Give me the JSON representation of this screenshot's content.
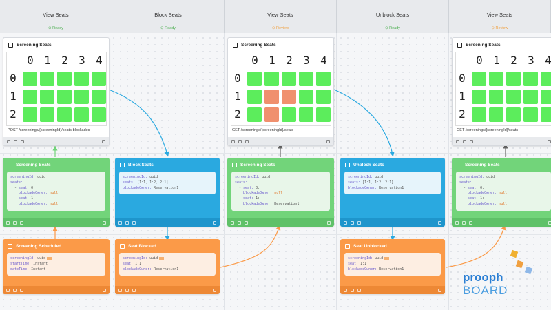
{
  "columns": [
    {
      "title": "View Seats",
      "status": "Ready",
      "status_kind": "ready"
    },
    {
      "title": "Block Seats",
      "status": "Ready",
      "status_kind": "ready"
    },
    {
      "title": "View Seats",
      "status": "Review",
      "status_kind": "review"
    },
    {
      "title": "Unblock Seats",
      "status": "Ready",
      "status_kind": "ready"
    },
    {
      "title": "View Seats",
      "status": "Review",
      "status_kind": "review"
    }
  ],
  "ui_cards": [
    {
      "title": "Screening Seats",
      "route": "POST /screenings/{screeningId}/seats-blockades",
      "cols": [
        "0",
        "1",
        "2",
        "3",
        "4"
      ],
      "rows": [
        "0",
        "1",
        "2"
      ],
      "blocked": []
    },
    {
      "title": "Screening Seats",
      "route": "GET /screenings/{screeningId}/seats",
      "cols": [
        "0",
        "1",
        "2",
        "3",
        "4"
      ],
      "rows": [
        "0",
        "1",
        "2"
      ],
      "blocked": [
        [
          1,
          1
        ],
        [
          1,
          2
        ],
        [
          2,
          1
        ]
      ]
    },
    {
      "title": "Screening Seats",
      "route": "GET /screenings/{screeningId}/seats",
      "cols": [
        "0",
        "1",
        "2",
        "3",
        "4"
      ],
      "rows": [
        "0",
        "1",
        "2"
      ],
      "blocked": []
    }
  ],
  "read_models": [
    {
      "title": "Screening Seats",
      "body": [
        "screeningId: uuid",
        "seats:",
        "  - seat: 0:",
        "    blockadeOwner: null",
        "  - seat: 1:",
        "    blockadeOwner: null"
      ]
    },
    {
      "title": "Screening Seats",
      "body": [
        "screeningId: uuid",
        "seats:",
        "  - seat: 0:",
        "    blockadeOwner: null",
        "  - seat: 1:",
        "    blockadeOwner: Reservation1"
      ]
    },
    {
      "title": "Screening Seats",
      "body": [
        "screeningId: uuid",
        "seats:",
        "  - seat: 0:",
        "    blockadeOwner: null",
        "  - seat: 1:",
        "    blockadeOwner: null"
      ]
    }
  ],
  "commands": [
    {
      "title": "Block Seats",
      "body": [
        "screeningId: uuid",
        "seats: [1:1, 1:2, 2:1]",
        "blockadeOwner: Reservation1"
      ]
    },
    {
      "title": "Unblock Seats",
      "body": [
        "screeningId: uuid",
        "seats: [1:1, 1:2, 2:1]",
        "blockadeOwner: Reservation1"
      ]
    }
  ],
  "events": [
    {
      "title": "Screening Scheduled",
      "body": [
        "screeningId: uuid",
        "startTime: Instant",
        "dateTime: Instant"
      ]
    },
    {
      "title": "Seat Blocked",
      "body": [
        "screeningId: uuid",
        "seat: 1:1",
        "blockadeOwner: Reservation1"
      ]
    },
    {
      "title": "Seat Unblocked",
      "body": [
        "screeningId: uuid",
        "seat: 1:1",
        "blockadeOwner: Reservation1"
      ]
    }
  ],
  "logo": {
    "line1": "prooph",
    "line2": "BOARD"
  },
  "icons": [
    "screen-icon",
    "doc-icon",
    "command-icon",
    "event-icon",
    "edit-icon",
    "copy-icon",
    "comment-icon",
    "trash-icon"
  ],
  "colors": {
    "ready": "#4caf50",
    "review": "#f0a040",
    "read_model": "#72d47a",
    "command": "#2aa9e0",
    "event": "#fb9a48",
    "seat_free": "#5ced5c",
    "seat_blocked": "#f0906e"
  }
}
